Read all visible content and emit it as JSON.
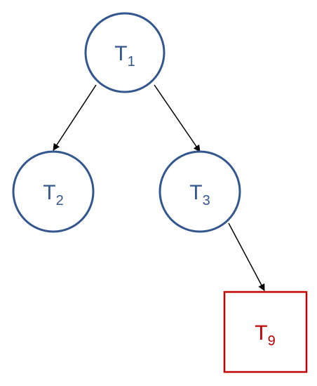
{
  "colors": {
    "circle_stroke": "#34568f",
    "circle_text": "#34568f",
    "box_stroke": "#c00000",
    "box_text": "#c00000",
    "edge": "#000000"
  },
  "nodes": {
    "t1": {
      "letter": "T",
      "subscript": "1",
      "shape": "circle"
    },
    "t2": {
      "letter": "T",
      "subscript": "2",
      "shape": "circle"
    },
    "t3": {
      "letter": "T",
      "subscript": "3",
      "shape": "circle"
    },
    "t9": {
      "letter": "T",
      "subscript": "9",
      "shape": "square"
    }
  },
  "edges": [
    {
      "from": "t1",
      "to": "t2"
    },
    {
      "from": "t1",
      "to": "t3"
    },
    {
      "from": "t3",
      "to": "t9"
    }
  ]
}
